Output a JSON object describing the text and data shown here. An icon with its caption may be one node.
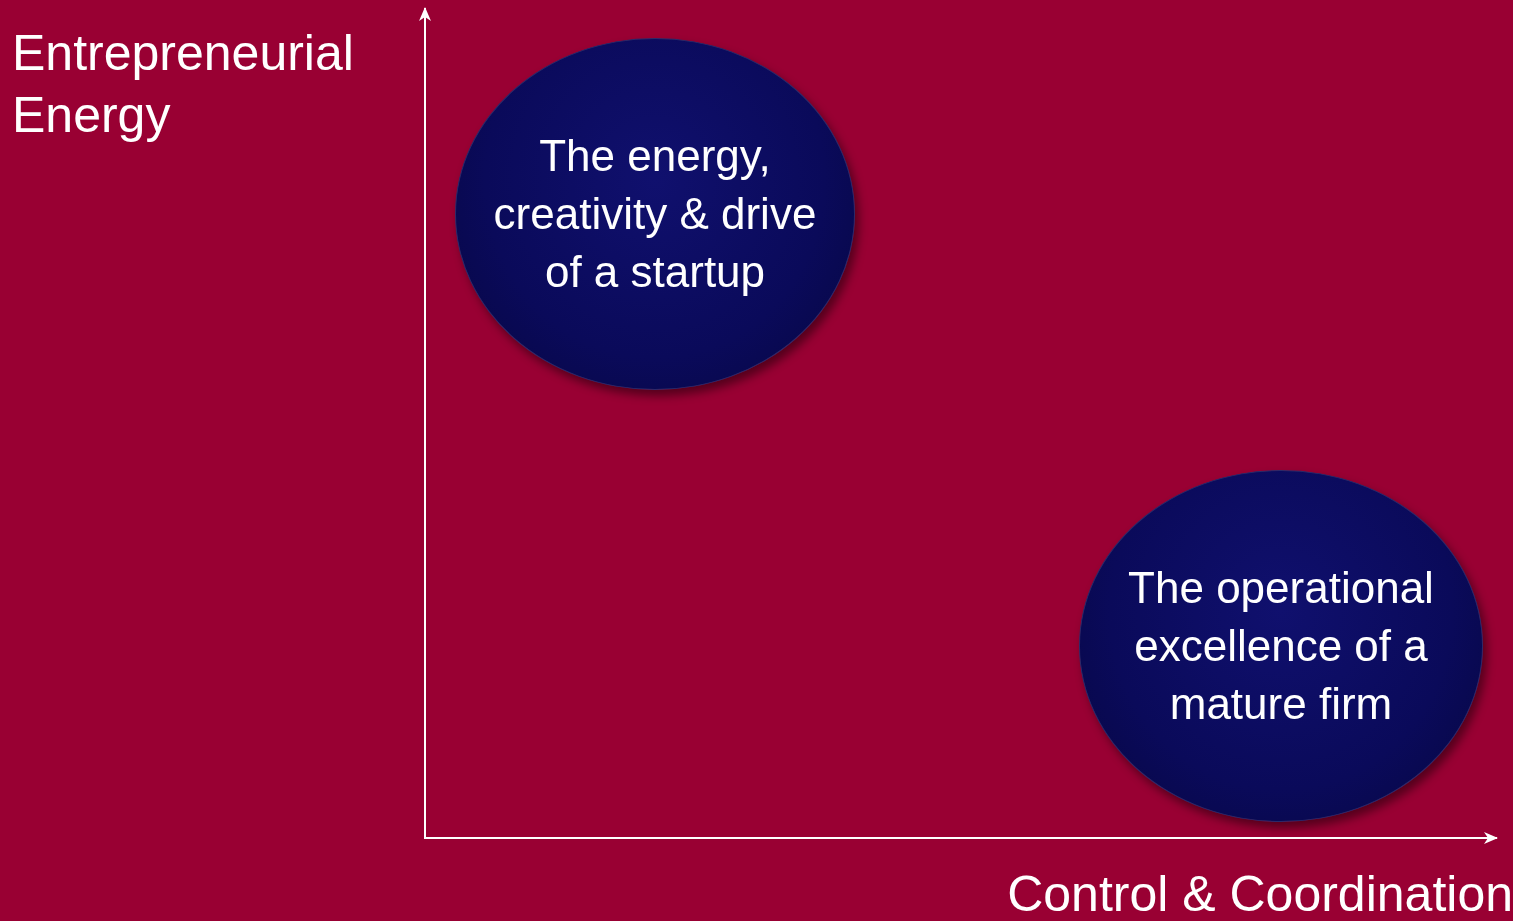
{
  "diagram": {
    "nodes": [
      {
        "text": [
          "The energy, creativity & drive of a startup"
        ]
      },
      {
        "text": [
          "The operational excellence of a mature firm"
        ]
      }
    ],
    "labels": [
      "Entrepreneurial Energy",
      "Control & Coordination"
    ]
  }
}
